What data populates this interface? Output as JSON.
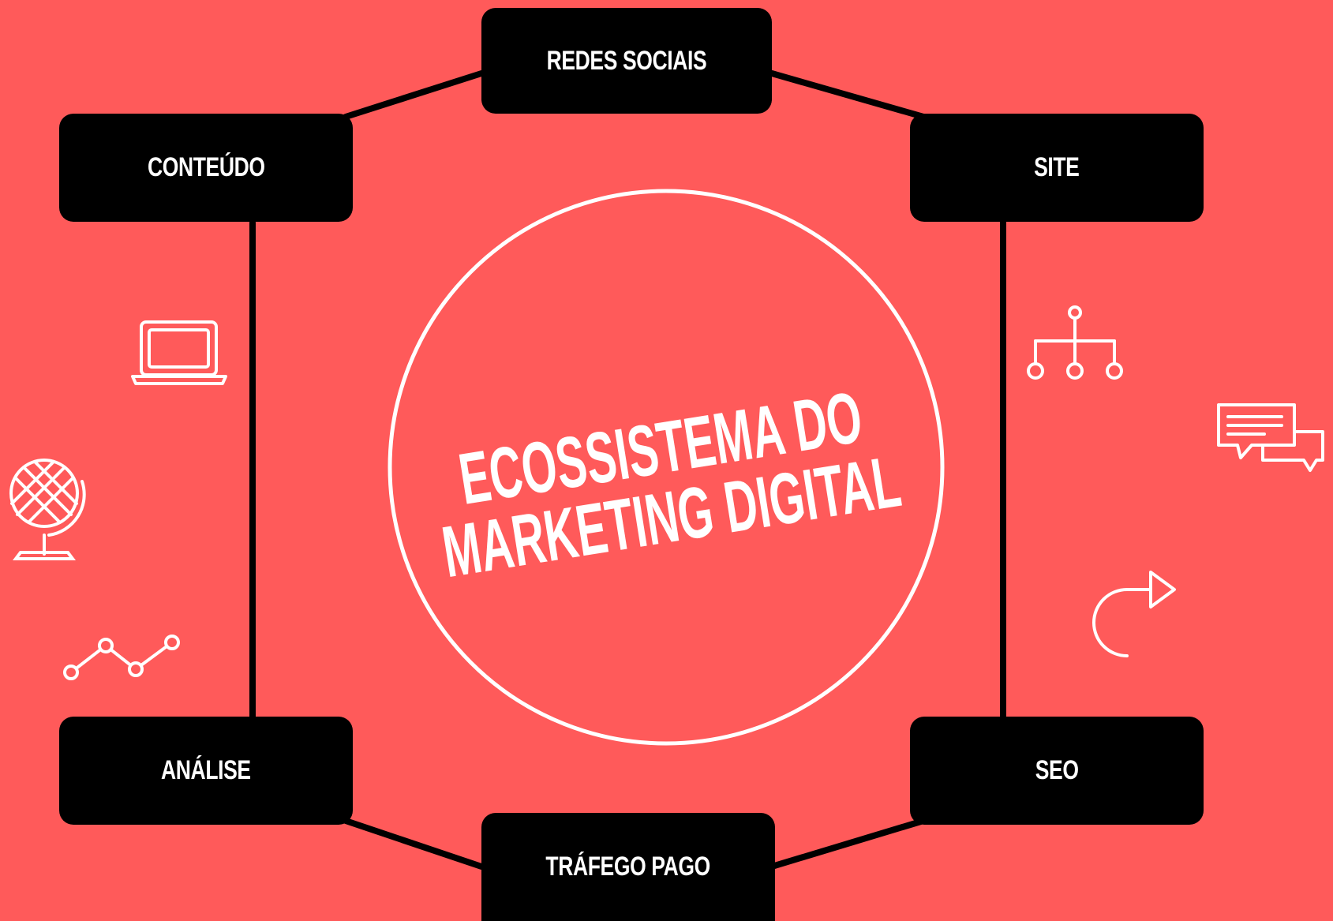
{
  "colors": {
    "background": "#ff5a5a",
    "node_fill": "#000000",
    "node_text": "#ffffff",
    "connector": "#000000",
    "circle_stroke": "#ffffff",
    "icon_stroke": "#ffffff"
  },
  "title": {
    "line1": "ECOSSISTEMA DO",
    "line2": "MARKETING DIGITAL"
  },
  "nodes": {
    "redes_sociais": "REDES SOCIAIS",
    "conteudo": "CONTEÚDO",
    "site": "SITE",
    "analise": "ANÁLISE",
    "seo": "SEO",
    "trafego_pago": "TRÁFEGO PAGO"
  },
  "icons": {
    "laptop": "laptop-icon",
    "globe": "globe-icon",
    "trend_line": "trend-line-icon",
    "sitemap": "sitemap-icon",
    "chat": "chat-bubbles-icon",
    "redo": "redo-arrow-icon"
  }
}
